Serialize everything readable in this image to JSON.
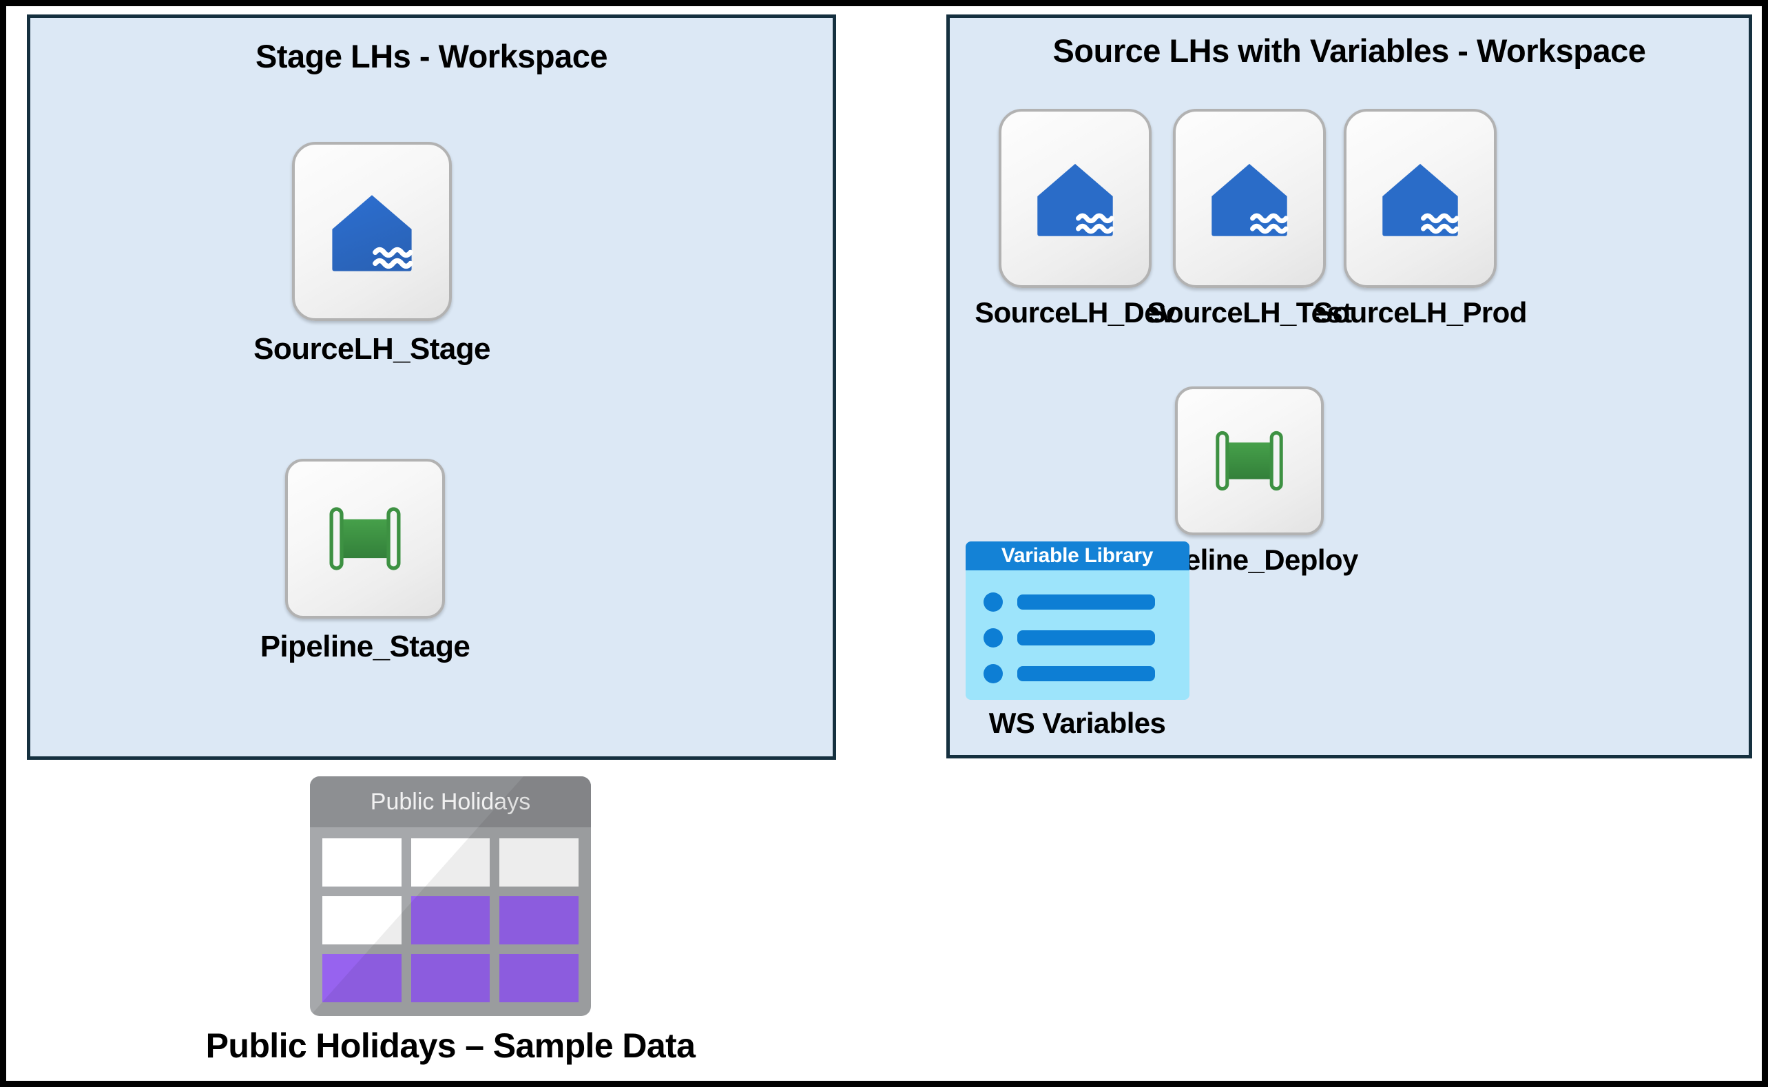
{
  "diagram": {
    "title_visible": false,
    "background": "#ffffff",
    "outer_border_color": "#000000"
  },
  "colors": {
    "panel_fill": "#dce8f5",
    "panel_border": "#15303f",
    "lakehouse_blue": "#2a6cc8",
    "pipeline_green": "#3e9142",
    "variable_header_blue": "#1482d6",
    "variable_body_blue": "#9de4fb",
    "table_gray": "#a6a8ab",
    "table_header_gray": "#8d8f92",
    "table_cell_purple": "#9763ef",
    "tile_border_gray": "#b2b2b2"
  },
  "panels": [
    {
      "id": "stage-workspace",
      "title": "Stage LHs - Workspace",
      "items": [
        {
          "id": "sourcelh-stage",
          "label": "SourceLH_Stage",
          "icon": "lakehouse-icon"
        },
        {
          "id": "pipeline-stage",
          "label": "Pipeline_Stage",
          "icon": "pipeline-icon"
        }
      ]
    },
    {
      "id": "source-workspace",
      "title": "Source LHs with Variables - Workspace",
      "items": [
        {
          "id": "sourcelh-dev",
          "label": "SourceLH_Dev",
          "icon": "lakehouse-icon"
        },
        {
          "id": "sourcelh-test",
          "label": "SourceLH_Test",
          "icon": "lakehouse-icon"
        },
        {
          "id": "sourcelh-prod",
          "label": "SourceLH_Prod",
          "icon": "lakehouse-icon"
        },
        {
          "id": "pipeline-deploy",
          "label": "Pipeline_Deploy",
          "icon": "pipeline-icon"
        },
        {
          "id": "ws-variables",
          "label": "WS Variables",
          "icon": "variable-library-icon",
          "card_title": "Variable Library",
          "row_count": 3
        }
      ]
    }
  ],
  "standalone": [
    {
      "id": "public-holidays",
      "label": "Public Holidays – Sample Data",
      "icon": "table-icon",
      "card_title": "Public Holidays",
      "cells": [
        [
          "white",
          "white",
          "white"
        ],
        [
          "white",
          "purple",
          "purple"
        ],
        [
          "purple",
          "purple",
          "purple"
        ]
      ]
    }
  ]
}
